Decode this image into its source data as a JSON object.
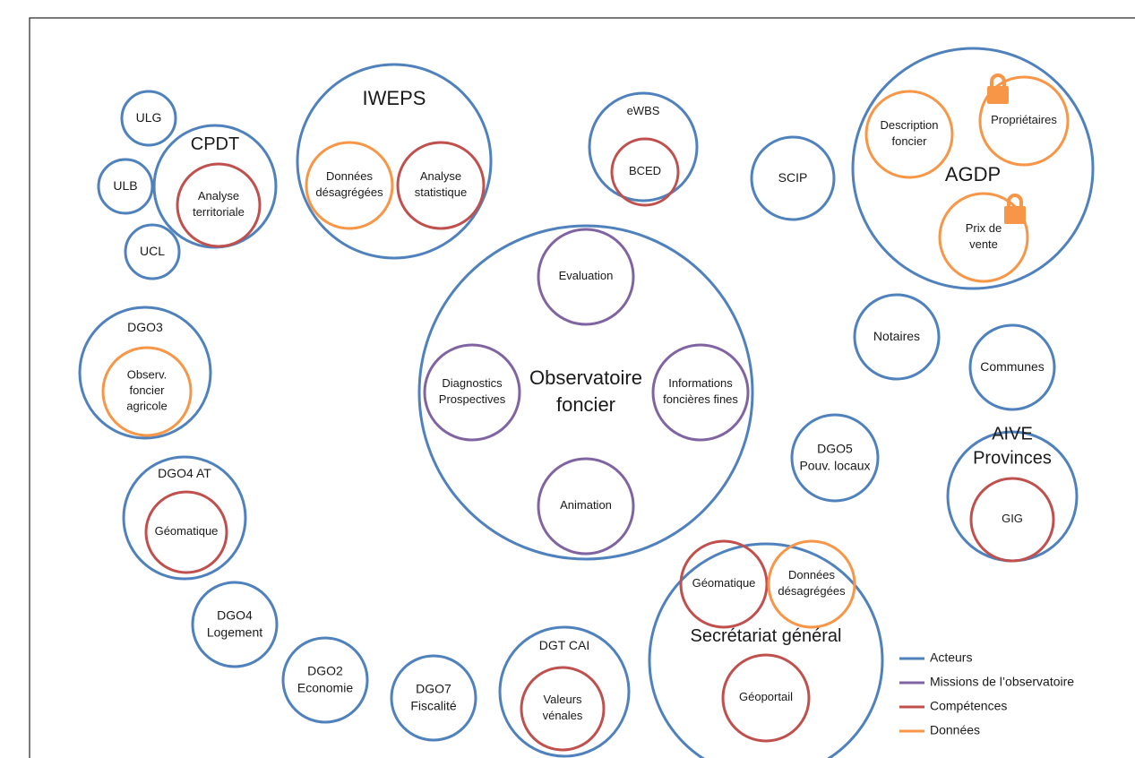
{
  "colors": {
    "acteurs": "#4f81bd",
    "missions": "#8064a2",
    "competences": "#c0504d",
    "donnees": "#f79646"
  },
  "nodes": {
    "ulg": {
      "label": [
        "ULG"
      ],
      "category": "acteurs"
    },
    "ulb": {
      "label": [
        "ULB"
      ],
      "category": "acteurs"
    },
    "ucl": {
      "label": [
        "UCL"
      ],
      "category": "acteurs"
    },
    "cpdt": {
      "label": [
        "CPDT"
      ],
      "category": "acteurs"
    },
    "cpdt_analyse": {
      "label": [
        "Analyse",
        "territoriale"
      ],
      "category": "competences"
    },
    "iweps": {
      "label": [
        "IWEPS"
      ],
      "category": "acteurs"
    },
    "iweps_donnees": {
      "label": [
        "Données",
        "désagrégées"
      ],
      "category": "donnees"
    },
    "iweps_analyse": {
      "label": [
        "Analyse",
        "statistique"
      ],
      "category": "competences"
    },
    "ewbs": {
      "label": [
        "eWBS"
      ],
      "category": "acteurs"
    },
    "bced": {
      "label": [
        "BCED"
      ],
      "category": "competences"
    },
    "scip": {
      "label": [
        "SCIP"
      ],
      "category": "acteurs"
    },
    "agdp": {
      "label": [
        "AGDP"
      ],
      "category": "acteurs"
    },
    "agdp_description": {
      "label": [
        "Description",
        "foncier"
      ],
      "category": "donnees"
    },
    "agdp_proprietaires": {
      "label": [
        "Propriétaires"
      ],
      "category": "donnees",
      "icon": "lock-icon"
    },
    "agdp_prix": {
      "label": [
        "Prix de",
        "vente"
      ],
      "category": "donnees",
      "icon": "lock-icon"
    },
    "observatoire": {
      "label": [
        "Observatoire",
        "foncier"
      ],
      "category": "acteurs"
    },
    "evaluation": {
      "label": [
        "Evaluation"
      ],
      "category": "missions"
    },
    "diagnostics": {
      "label": [
        "Diagnostics",
        "Prospectives"
      ],
      "category": "missions"
    },
    "informations": {
      "label": [
        "Informations",
        "foncières fines"
      ],
      "category": "missions"
    },
    "animation": {
      "label": [
        "Animation"
      ],
      "category": "missions"
    },
    "dgo3": {
      "label": [
        "DGO3"
      ],
      "category": "acteurs"
    },
    "dgo3_observ": {
      "label": [
        "Observ.",
        "foncier",
        "agricole"
      ],
      "category": "donnees"
    },
    "notaires": {
      "label": [
        "Notaires"
      ],
      "category": "acteurs"
    },
    "communes": {
      "label": [
        "Communes"
      ],
      "category": "acteurs"
    },
    "dgo4at": {
      "label": [
        "DGO4 AT"
      ],
      "category": "acteurs"
    },
    "dgo4at_geomatique": {
      "label": [
        "Géomatique"
      ],
      "category": "competences"
    },
    "dgo5": {
      "label": [
        "DGO5",
        "Pouv. locaux"
      ],
      "category": "acteurs"
    },
    "aive": {
      "label": [
        "AIVE",
        "Provinces"
      ],
      "category": "acteurs"
    },
    "gig": {
      "label": [
        "GIG"
      ],
      "category": "competences"
    },
    "dgo4log": {
      "label": [
        "DGO4",
        "Logement"
      ],
      "category": "acteurs"
    },
    "dgo2": {
      "label": [
        "DGO2",
        "Economie"
      ],
      "category": "acteurs"
    },
    "dgo7": {
      "label": [
        "DGO7",
        "Fiscalité"
      ],
      "category": "acteurs"
    },
    "dgtcai": {
      "label": [
        "DGT CAI"
      ],
      "category": "acteurs"
    },
    "valeurs": {
      "label": [
        "Valeurs",
        "vénales"
      ],
      "category": "competences"
    },
    "sg": {
      "label": [
        "Secrétariat général"
      ],
      "category": "acteurs"
    },
    "sg_geomatique": {
      "label": [
        "Géomatique"
      ],
      "category": "competences"
    },
    "sg_donnees": {
      "label": [
        "Données",
        "désagrégées"
      ],
      "category": "donnees"
    },
    "geoportail": {
      "label": [
        "Géoportail"
      ],
      "category": "competences"
    }
  },
  "legend": [
    {
      "key": "acteurs",
      "label": "Acteurs"
    },
    {
      "key": "missions",
      "label": "Missions de l’observatoire"
    },
    {
      "key": "competences",
      "label": "Compétences"
    },
    {
      "key": "donnees",
      "label": "Données"
    }
  ]
}
